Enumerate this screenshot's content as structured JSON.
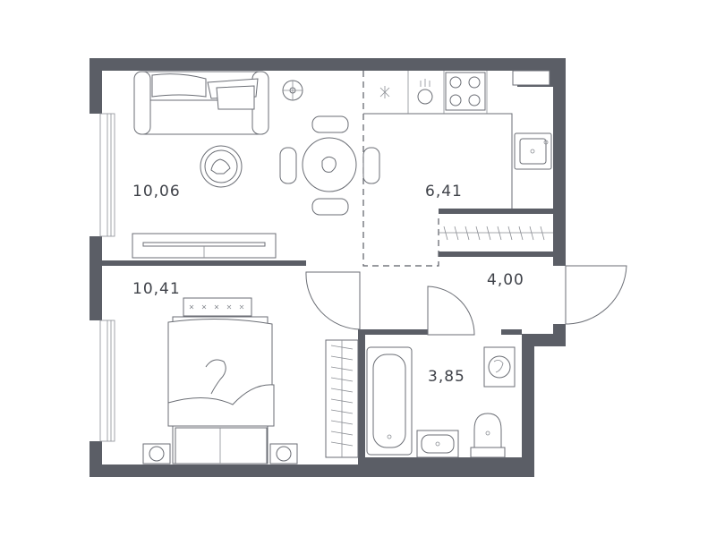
{
  "rooms": [
    {
      "id": "living-room",
      "area": "10,06"
    },
    {
      "id": "kitchen",
      "area": "6,41"
    },
    {
      "id": "hallway",
      "area": "4,00"
    },
    {
      "id": "bedroom",
      "area": "10,41"
    },
    {
      "id": "bathroom",
      "area": "3,85"
    }
  ],
  "colors": {
    "walls": "#5b5e66",
    "lines": "#6b6e75",
    "background": "#ffffff"
  }
}
